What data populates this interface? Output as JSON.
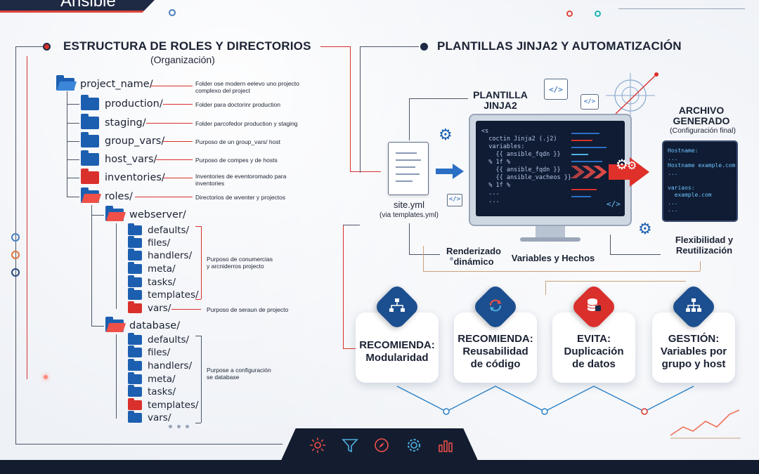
{
  "brand": {
    "logo_text": "Ansible"
  },
  "left": {
    "title": "ESTRUCTURA DE ROLES Y DIRECTORIOS",
    "subtitle": "(Organización)",
    "tree": [
      {
        "label": "project_name/",
        "note": "Folder ose modern eelevo uno projecto\ncomplexo del project"
      },
      {
        "label": "production/",
        "note": "Folder para doctorinr production"
      },
      {
        "label": "staging/",
        "note": "Folder parcofedor production y staging"
      },
      {
        "label": "group_vars/",
        "note": "Purposo de un group_vars/ host"
      },
      {
        "label": "host_vars/",
        "note": "Purposo de compes y de hosts"
      },
      {
        "label": "inventories/",
        "note": "Inventories de eventoromado para\ninventories"
      },
      {
        "label": "roles/",
        "note": "Directorios de wventer y projectos"
      },
      {
        "label": "webserver/"
      },
      {
        "label": "defaults/"
      },
      {
        "label": "files/"
      },
      {
        "label": "handlers/"
      },
      {
        "label": "meta/"
      },
      {
        "label": "tasks/"
      },
      {
        "label": "templates/"
      },
      {
        "label": "vars/"
      },
      {
        "label": "database/"
      },
      {
        "label": "defaults/"
      },
      {
        "label": "files/"
      },
      {
        "label": "handlers/"
      },
      {
        "label": "meta/"
      },
      {
        "label": "tasks/"
      },
      {
        "label": "templates/"
      },
      {
        "label": "vars/"
      }
    ],
    "notes": {
      "webserver_group": "Purposo de conumercias\ny arcniderros projecto",
      "webserver_vars": "Purposo de seraun de projecto",
      "database_group": "Purpose a configuración\nse database"
    }
  },
  "right": {
    "title": "PLANTILLAS JINJA2 Y AUTOMATIZACIÓN",
    "template_label": "PLANTILLA\nJINJA2",
    "code_lines": "<s\n  coctin Jinja2 (.j2)\n  variables:\n    {{ ansible_fqdn }}\n  % 1f %\n    {{ ansible_fqdn }}\n    {{ ansible_vacheos }}\n  % 1f %\n  ...\n  ...",
    "site_file": "site.yml",
    "site_sub": "(via templates.yml)",
    "output_title": "ARCHIVO\nGENERADO",
    "output_sub": "(Configuración final)",
    "output_code": "Hostname:\n...\nHostname example.com\n...\n\nvariaos:\n  example.com\n...\n...",
    "label_render": "Renderizado\ndinámico",
    "label_vars": "Variables y Hechos",
    "label_flex": "Flexibilidad y\nReutilización"
  },
  "cards": [
    {
      "text": "RECOMIENDA:\nModularidad",
      "icon": "hierarchy-icon",
      "color": "#1c4f8f"
    },
    {
      "text": "RECOMIENDA:\nReusabilidad\nde código",
      "icon": "recycle-icon",
      "color": "#1c4f8f"
    },
    {
      "text": "EVITA:\nDuplicación\nde datos",
      "icon": "database-icon",
      "color": "#d9302c"
    },
    {
      "text": "GESTIÓN:\nVariables por\ngrupo y host",
      "icon": "hierarchy-icon",
      "color": "#1c4f8f"
    }
  ],
  "footer_icons": [
    "sun-icon",
    "filter-icon",
    "compass-icon",
    "gear-icon",
    "bar-chart-icon"
  ],
  "colors": {
    "accent_red": "#d9302c",
    "accent_blue": "#1c5fb0",
    "dark": "#141d30"
  }
}
